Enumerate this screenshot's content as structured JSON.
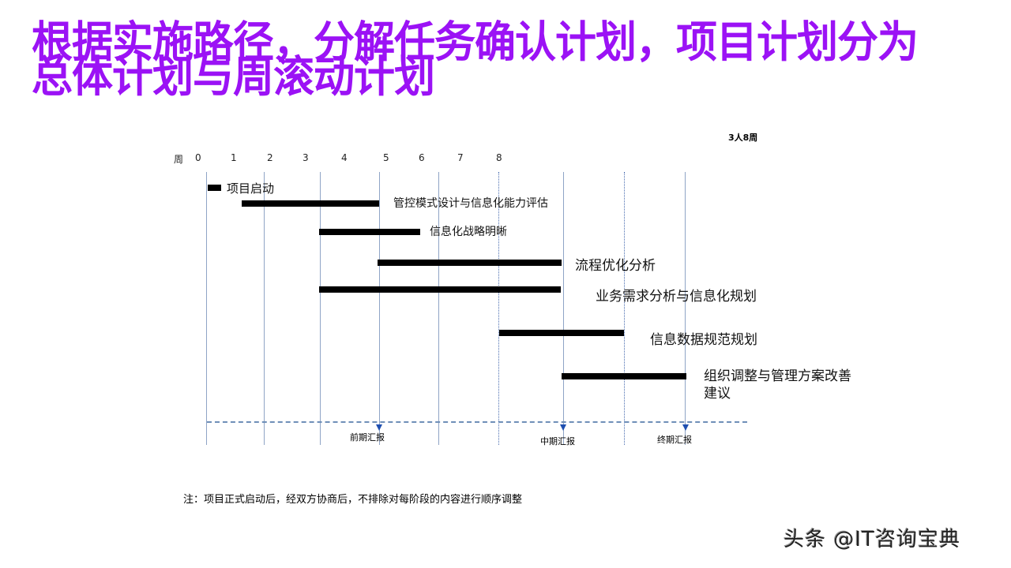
{
  "title": {
    "line1": "根据实施路径，分解任务确认计划，项目计划分为",
    "line2": "总体计划与周滚动计划",
    "color": "#9b12f5"
  },
  "summary_label": "3人8周",
  "axis": {
    "label": "周",
    "ticks": [
      "0",
      "1",
      "2",
      "3",
      "4",
      "5",
      "6",
      "7",
      "8"
    ]
  },
  "milestones": [
    {
      "label": "前期汇报"
    },
    {
      "label": "中期汇报"
    },
    {
      "label": "终期汇报"
    }
  ],
  "note": "注：项目正式启动后，经双方协商后，不排除对每阶段的内容进行顺序调整",
  "watermark": "头条 @IT咨询宝典",
  "chart_data": {
    "type": "gantt",
    "title": "根据实施路径，分解任务确认计划，项目计划分为总体计划与周滚动计划",
    "xlabel": "周",
    "x_ticks": [
      0,
      1,
      2,
      3,
      4,
      5,
      6,
      7,
      8
    ],
    "annotation": "3人8周",
    "tasks": [
      {
        "name": "项目启动",
        "start": 0.0,
        "end": 0.2
      },
      {
        "name": "管控模式设计与信息化能力评估",
        "start": 0.6,
        "end": 3.0
      },
      {
        "name": "信息化战略明晰",
        "start": 2.0,
        "end": 3.7
      },
      {
        "name": "流程优化分析",
        "start": 3.0,
        "end": 6.0
      },
      {
        "name": "业务需求分析与信息化规划",
        "start": 2.0,
        "end": 6.0
      },
      {
        "name": "信息数据规范规划",
        "start": 5.0,
        "end": 7.0
      },
      {
        "name": "组织调整与管理方案改善建议",
        "start": 6.0,
        "end": 8.0
      }
    ],
    "milestones": [
      {
        "name": "前期汇报",
        "week": 3
      },
      {
        "name": "中期汇报",
        "week": 6
      },
      {
        "name": "终期汇报",
        "week": 8
      }
    ],
    "grid": true
  }
}
